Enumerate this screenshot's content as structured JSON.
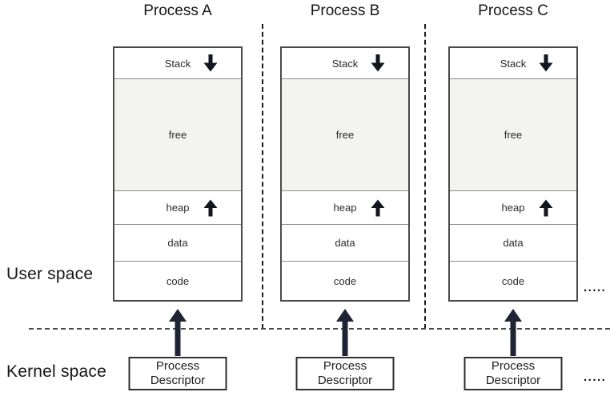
{
  "diagram": {
    "type": "process-memory-layout",
    "labels": {
      "user_space": "User space",
      "kernel_space": "Kernel space"
    },
    "processes": [
      {
        "name": "Process A"
      },
      {
        "name": "Process B"
      },
      {
        "name": "Process C"
      }
    ],
    "memory_rows": {
      "stack": "Stack",
      "free": "free",
      "heap": "heap",
      "data": "data",
      "code": "code"
    },
    "descriptor": {
      "line1": "Process",
      "line2": "Descriptor"
    },
    "ellipsis": ".....",
    "icons": {
      "stack_arrow": "arrow-down",
      "heap_arrow": "arrow-up",
      "descriptor_arrow": "arrow-up"
    },
    "colors": {
      "arrow_dark": "#1e2433",
      "mini_arrow": "#12161f",
      "box_border": "#4a4a4a",
      "row_separator": "#8b8b8b",
      "descriptor_border": "#2e2e2e",
      "dashed_vertical": "#1c1c1c",
      "dashed_horizontal": "#4d4d4d",
      "free_texture": "#e9e9e6",
      "background": "#ffffff"
    }
  }
}
